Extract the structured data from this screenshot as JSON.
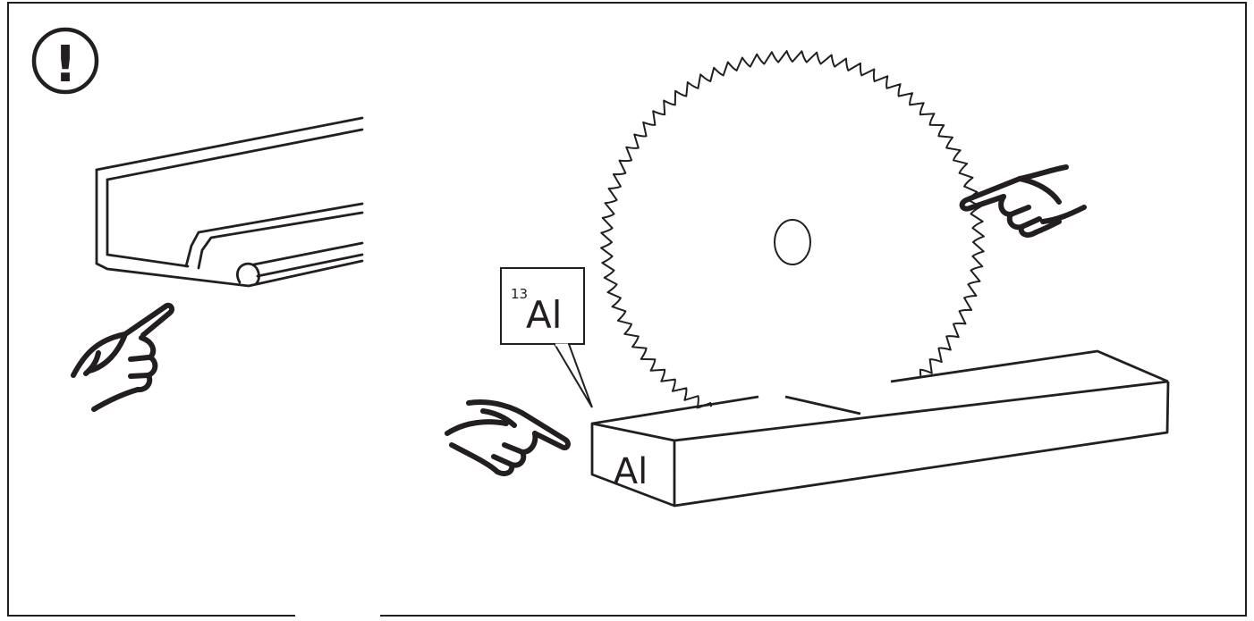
{
  "warning": {
    "symbol": "!"
  },
  "element_callout": {
    "atomic_number": "13",
    "symbol": "Al"
  },
  "beam_label": {
    "text": "Al"
  },
  "icons": [
    "warning-icon",
    "pointing-hand-icon",
    "saw-blade-icon",
    "aluminium-profile-icon",
    "aluminium-bar-icon"
  ],
  "colors": {
    "line": "#231f20",
    "background": "#ffffff"
  }
}
